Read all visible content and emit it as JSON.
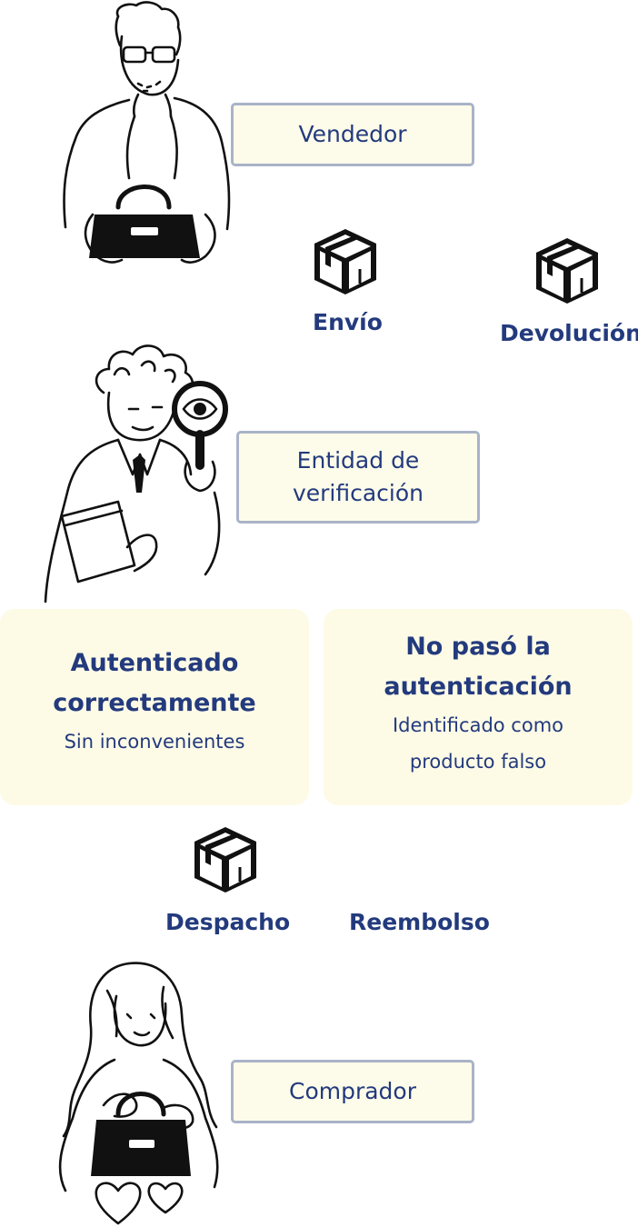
{
  "roles": {
    "seller": "Vendedor",
    "verifier": "Entidad de verificación",
    "buyer": "Comprador"
  },
  "flows": {
    "shipping": "Envío",
    "return": "Devolución",
    "dispatch": "Despacho",
    "refund": "Reembolso"
  },
  "results": {
    "pass": {
      "title": "Autenticado correctamente",
      "subtitle": "Sin inconvenientes"
    },
    "fail": {
      "title": "No pasó la autenticación",
      "subtitle": "Identificado como producto falso"
    }
  },
  "colors": {
    "text": "#233a7d",
    "box_fill": "#fdfcea",
    "box_border": "#a9b3c8",
    "card_fill": "#fdfbe6",
    "ink": "#111111"
  }
}
